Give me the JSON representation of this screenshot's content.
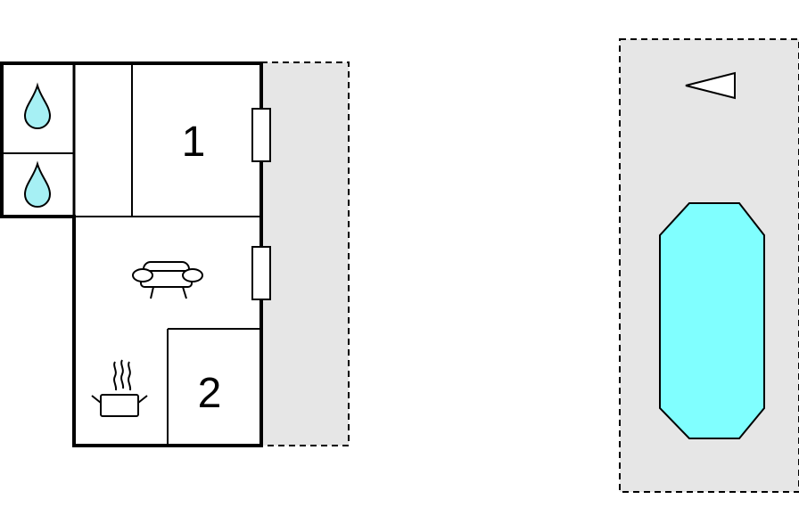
{
  "floorplan": {
    "rooms": [
      {
        "id": "bedroom-1",
        "label": "1"
      },
      {
        "id": "bedroom-2",
        "label": "2"
      }
    ],
    "icons": [
      {
        "name": "water-drop-icon"
      },
      {
        "name": "water-drop-icon"
      },
      {
        "name": "sofa-icon"
      },
      {
        "name": "cooking-pot-icon"
      },
      {
        "name": "north-arrow-icon"
      }
    ],
    "colors": {
      "terrace": "#e6e6e6",
      "pool": "#80ffff",
      "drop": "#a6f0f4",
      "walls": "#000000"
    }
  }
}
